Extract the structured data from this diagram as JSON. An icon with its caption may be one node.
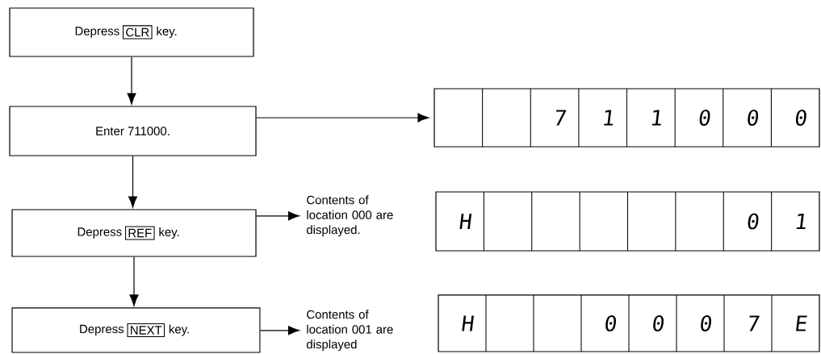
{
  "diagram": {
    "nodes": [
      {
        "text": [
          "Depress",
          "key."
        ]
      },
      {
        "text": [
          "CLR"
        ],
        "in": 0
      },
      {
        "text": [
          "Enter 711000."
        ]
      },
      {
        "text": [
          "Depress",
          "key."
        ]
      },
      {
        "text": [
          "REF"
        ],
        "in": 3
      },
      {
        "text": [
          "Depress",
          "key."
        ]
      },
      {
        "text": [
          "NEXT"
        ],
        "in": 5
      },
      {
        "text": [
          "7",
          "1",
          "1",
          "0",
          "0",
          "0"
        ]
      },
      {
        "text": [
          "Contents of location 000 are displayed."
        ]
      },
      {
        "text": [
          "H",
          "0",
          "1"
        ]
      },
      {
        "text": [
          "Contents of location 001 are displayed"
        ]
      },
      {
        "text": [
          "H",
          "0",
          "0",
          "0",
          "7",
          "E"
        ]
      }
    ],
    "edges": [
      {
        "from": 0,
        "to": 2,
        "arrow": "to"
      },
      {
        "from": 2,
        "to": 3,
        "arrow": "to"
      },
      {
        "from": 3,
        "to": 5,
        "arrow": "to"
      },
      {
        "from": 2,
        "to": 7,
        "arrow": "to"
      },
      {
        "from": 3,
        "to": 8,
        "arrow": "to"
      },
      {
        "from": 5,
        "to": 10,
        "arrow": "to"
      }
    ]
  }
}
